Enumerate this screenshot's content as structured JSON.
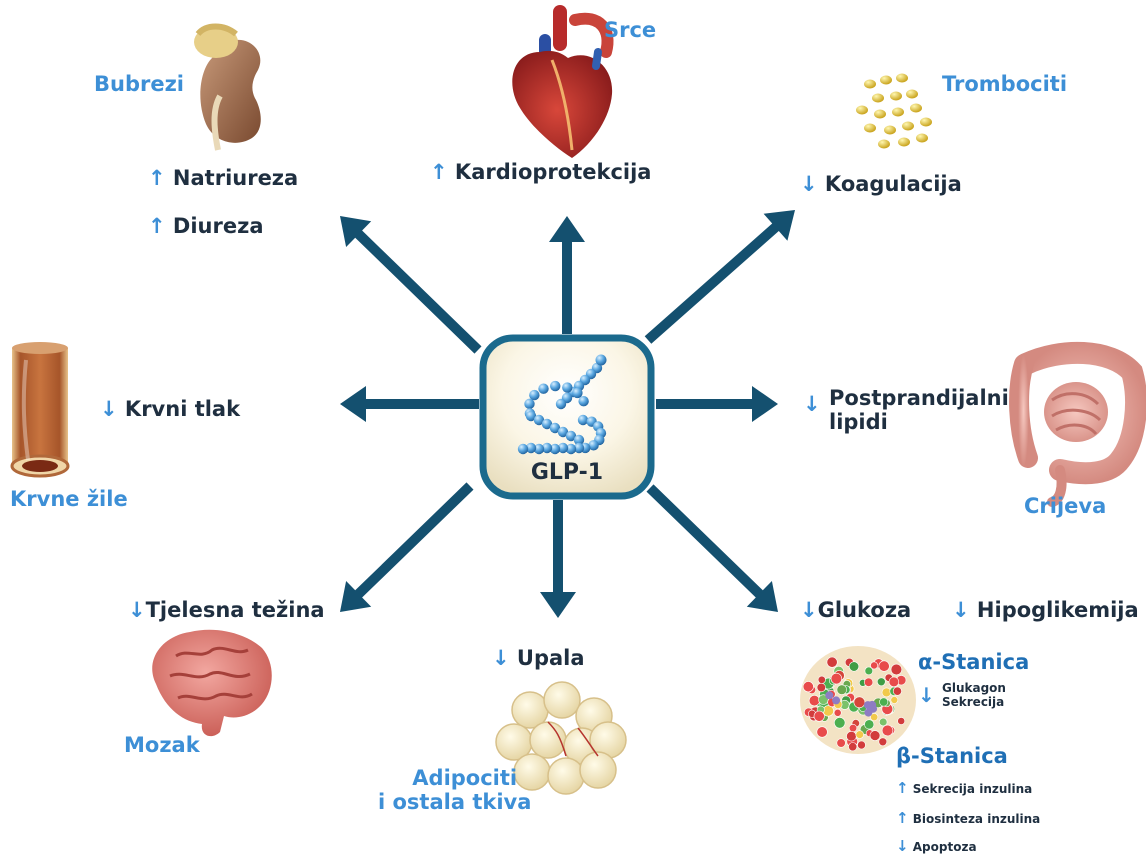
{
  "center": {
    "label": "GLP-1"
  },
  "colors": {
    "arrow": "#14506f",
    "organ_label": "#3d8fd6",
    "effect_text": "#1f2f40",
    "center_border": "#1b6a8d"
  },
  "organs": {
    "bubrezi": {
      "name": "Bubrezi",
      "effects": [
        {
          "dir": "↑",
          "text": "Natriureza"
        },
        {
          "dir": "↑",
          "text": "Diureza"
        }
      ]
    },
    "srce": {
      "name": "Srce",
      "effects": [
        {
          "dir": "↑",
          "text": "Kardioprotekcija"
        }
      ]
    },
    "trombociti": {
      "name": "Trombociti",
      "effects": [
        {
          "dir": "↓",
          "text": "Koagulacija"
        }
      ]
    },
    "krvne_zile": {
      "name": "Krvne žile",
      "effects": [
        {
          "dir": "↓",
          "text": "Krvni tlak"
        }
      ]
    },
    "crijeva": {
      "name": "Crijeva",
      "effects": [
        {
          "dir": "↓",
          "text": "Postprandijalni",
          "text2": "lipidi"
        }
      ]
    },
    "mozak": {
      "name": "Mozak",
      "effects": [
        {
          "dir": "↓",
          "text": "Tjelesna težina"
        }
      ]
    },
    "adipociti": {
      "name_line1": "Adipociti",
      "name_line2": "i ostala tkiva",
      "effects": [
        {
          "dir": "↓",
          "text": "Upala"
        }
      ]
    },
    "gusteraca": {
      "effects": [
        {
          "dir": "↓",
          "text": "Glukoza"
        },
        {
          "dir": "↓",
          "text": "Hipoglikemija"
        }
      ],
      "alpha": {
        "name": "α-Stanica",
        "dir": "↓",
        "text1": "Glukagon",
        "text2": "Sekrecija"
      },
      "beta": {
        "name": "β-Stanica",
        "items": [
          {
            "dir": "↑",
            "text": "Sekrecija inzulina"
          },
          {
            "dir": "↑",
            "text": "Biosinteza inzulina"
          },
          {
            "dir": "↓",
            "text": "Apoptoza"
          }
        ]
      }
    }
  }
}
